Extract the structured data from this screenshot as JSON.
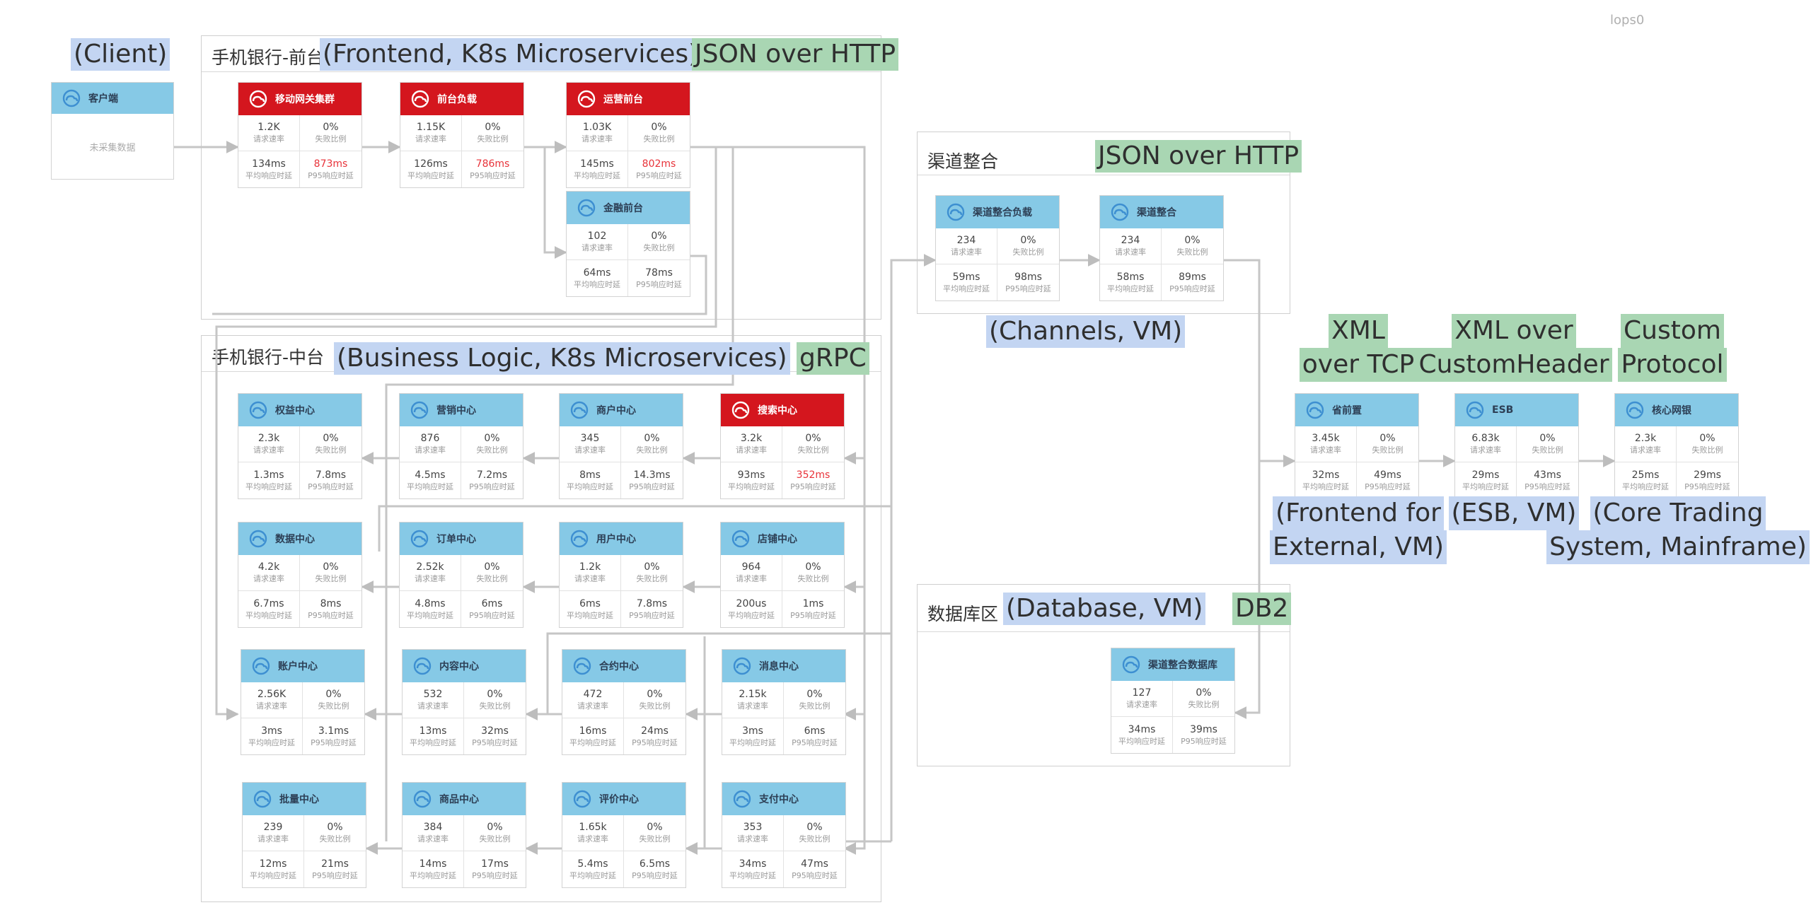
{
  "labels": {
    "client": "(Client)",
    "frontend": "(Frontend, K8s Microservices)",
    "frontend_proto": "JSON over HTTP",
    "business": "(Business Logic, K8s Microservices)",
    "business_proto": "gRPC",
    "channels_proto": "JSON over HTTP",
    "channels": "(Channels, VM)",
    "database": "(Database, VM)",
    "database_proto": "DB2",
    "pre_proto": [
      "XML",
      "over TCP"
    ],
    "esb_proto": [
      "XML over",
      "CustomHeader"
    ],
    "core_proto": [
      "Custom",
      "Protocol"
    ],
    "pre_desc": [
      "(Frontend for",
      "External, VM)"
    ],
    "esb_desc": [
      "(ESB, VM)"
    ],
    "core_desc": [
      "(Core Trading",
      "System, Mainframe)"
    ]
  },
  "groups": {
    "frontend": "手机银行-前台",
    "business": "手机银行-中台",
    "channels": "渠道整合",
    "database": "数据库区"
  },
  "metric_labels": {
    "rate": "请求速率",
    "fail": "失败比例",
    "avg": "平均响应时延",
    "p95": "P95响应时延"
  },
  "client": {
    "title": "客户端",
    "empty": "未采集数据"
  },
  "corner_text": "lops0",
  "colors": {
    "normal_header": "#86c9e6",
    "alert_header": "#d4161e",
    "alert_value": "#e8333a",
    "label_blue": "#c3d5f2",
    "label_green": "#a9d6b3"
  },
  "cards": [
    {
      "id": "gw",
      "title": "移动网关集群",
      "status": "alert",
      "rate": "1.2K",
      "fail": "0%",
      "avg": "134ms",
      "p95": "873ms",
      "p95_alert": true
    },
    {
      "id": "lb",
      "title": "前台负载",
      "status": "alert",
      "rate": "1.15K",
      "fail": "0%",
      "avg": "126ms",
      "p95": "786ms",
      "p95_alert": true
    },
    {
      "id": "ops",
      "title": "运营前台",
      "status": "alert",
      "rate": "1.03K",
      "fail": "0%",
      "avg": "145ms",
      "p95": "802ms",
      "p95_alert": true
    },
    {
      "id": "fin",
      "title": "金融前台",
      "status": "normal",
      "rate": "102",
      "fail": "0%",
      "avg": "64ms",
      "p95": "78ms"
    },
    {
      "id": "quanyi",
      "title": "权益中心",
      "status": "normal",
      "rate": "2.3k",
      "fail": "0%",
      "avg": "1.3ms",
      "p95": "7.8ms"
    },
    {
      "id": "yingxiao",
      "title": "营销中心",
      "status": "normal",
      "rate": "876",
      "fail": "0%",
      "avg": "4.5ms",
      "p95": "7.2ms"
    },
    {
      "id": "shanghu",
      "title": "商户中心",
      "status": "normal",
      "rate": "345",
      "fail": "0%",
      "avg": "8ms",
      "p95": "14.3ms"
    },
    {
      "id": "sousuo",
      "title": "搜索中心",
      "status": "alert",
      "rate": "3.2k",
      "fail": "0%",
      "avg": "93ms",
      "p95": "352ms",
      "p95_alert": true
    },
    {
      "id": "shuju",
      "title": "数据中心",
      "status": "normal",
      "rate": "4.2k",
      "fail": "0%",
      "avg": "6.7ms",
      "p95": "8ms"
    },
    {
      "id": "dingdan",
      "title": "订单中心",
      "status": "normal",
      "rate": "2.52k",
      "fail": "0%",
      "avg": "4.8ms",
      "p95": "6ms"
    },
    {
      "id": "yonghu",
      "title": "用户中心",
      "status": "normal",
      "rate": "1.2k",
      "fail": "0%",
      "avg": "6ms",
      "p95": "7.8ms"
    },
    {
      "id": "dianpu",
      "title": "店铺中心",
      "status": "normal",
      "rate": "964",
      "fail": "0%",
      "avg": "200us",
      "p95": "1ms"
    },
    {
      "id": "zhanghu",
      "title": "账户中心",
      "status": "normal",
      "rate": "2.56K",
      "fail": "0%",
      "avg": "3ms",
      "p95": "3.1ms"
    },
    {
      "id": "neirong",
      "title": "内容中心",
      "status": "normal",
      "rate": "532",
      "fail": "0%",
      "avg": "13ms",
      "p95": "32ms"
    },
    {
      "id": "heyue",
      "title": "合约中心",
      "status": "normal",
      "rate": "472",
      "fail": "0%",
      "avg": "16ms",
      "p95": "24ms"
    },
    {
      "id": "xiaoxi",
      "title": "消息中心",
      "status": "normal",
      "rate": "2.15k",
      "fail": "0%",
      "avg": "3ms",
      "p95": "6ms"
    },
    {
      "id": "piliang",
      "title": "批量中心",
      "status": "normal",
      "rate": "239",
      "fail": "0%",
      "avg": "12ms",
      "p95": "21ms"
    },
    {
      "id": "shangpin",
      "title": "商品中心",
      "status": "normal",
      "rate": "384",
      "fail": "0%",
      "avg": "14ms",
      "p95": "17ms"
    },
    {
      "id": "pingjia",
      "title": "评价中心",
      "status": "normal",
      "rate": "1.65k",
      "fail": "0%",
      "avg": "5.4ms",
      "p95": "6.5ms"
    },
    {
      "id": "zhifu",
      "title": "支付中心",
      "status": "normal",
      "rate": "353",
      "fail": "0%",
      "avg": "34ms",
      "p95": "47ms"
    },
    {
      "id": "chfz",
      "title": "渠道整合负载",
      "status": "normal",
      "rate": "234",
      "fail": "0%",
      "avg": "59ms",
      "p95": "98ms"
    },
    {
      "id": "chzh",
      "title": "渠道整合",
      "status": "normal",
      "rate": "234",
      "fail": "0%",
      "avg": "58ms",
      "p95": "89ms"
    },
    {
      "id": "chdb",
      "title": "渠道整合数据库",
      "status": "normal",
      "rate": "127",
      "fail": "0%",
      "avg": "34ms",
      "p95": "39ms"
    },
    {
      "id": "pre",
      "title": "省前置",
      "status": "normal",
      "rate": "3.45k",
      "fail": "0%",
      "avg": "32ms",
      "p95": "49ms"
    },
    {
      "id": "esb",
      "title": "ESB",
      "status": "normal",
      "rate": "6.83k",
      "fail": "0%",
      "avg": "29ms",
      "p95": "43ms"
    },
    {
      "id": "core",
      "title": "核心网银",
      "status": "normal",
      "rate": "2.3k",
      "fail": "0%",
      "avg": "25ms",
      "p95": "29ms"
    }
  ]
}
